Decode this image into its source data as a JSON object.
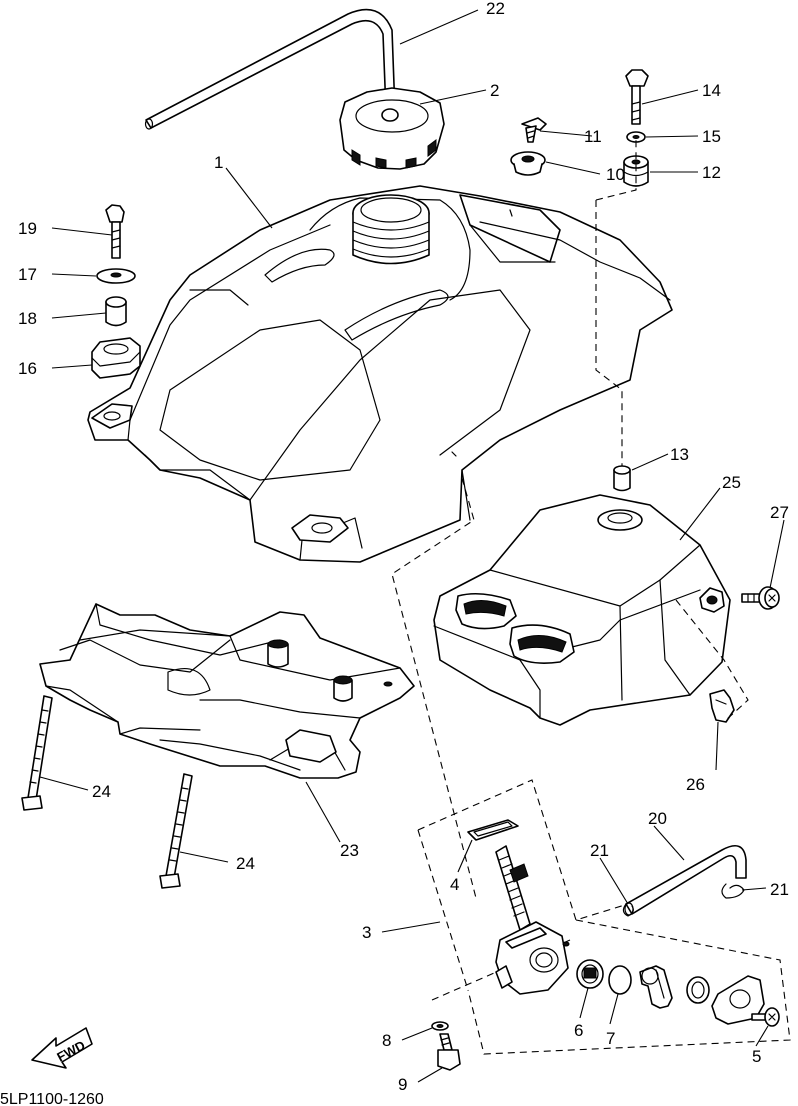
{
  "diagram_code": "5LP1100-1260",
  "direction_label": "FWD",
  "callouts": {
    "c1": "1",
    "c2": "2",
    "c3": "3",
    "c4": "4",
    "c5": "5",
    "c6": "6",
    "c7": "7",
    "c8": "8",
    "c9": "9",
    "c10": "10",
    "c11": "11",
    "c12": "12",
    "c13": "13",
    "c14": "14",
    "c15": "15",
    "c16": "16",
    "c17": "17",
    "c18": "18",
    "c19": "19",
    "c20": "20",
    "c21a": "21",
    "c21b": "21",
    "c22": "22",
    "c23": "23",
    "c24a": "24",
    "c24b": "24",
    "c25": "25",
    "c26": "26",
    "c27": "27"
  }
}
